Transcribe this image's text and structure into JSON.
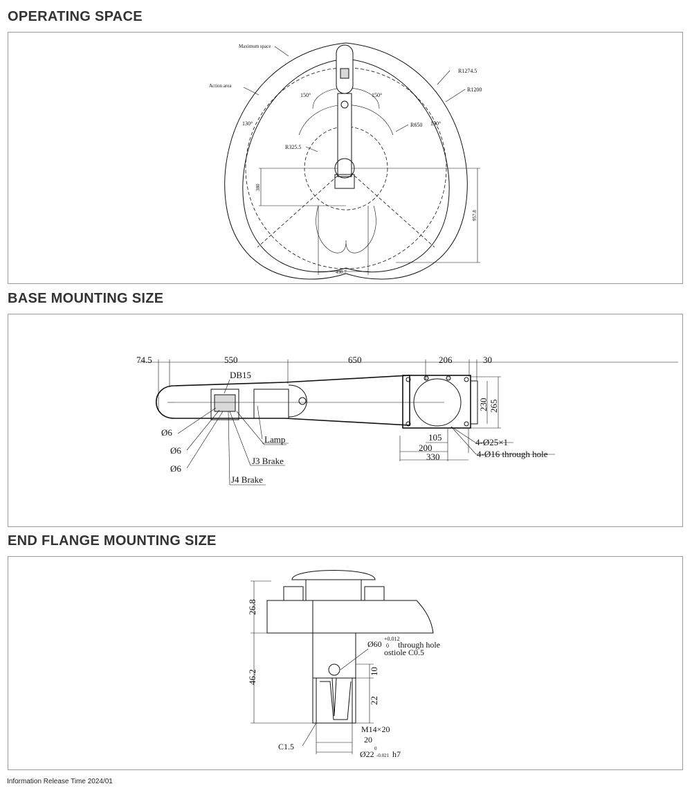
{
  "sections": {
    "operating_space": {
      "title": "OPERATING SPACE"
    },
    "base_mounting": {
      "title": "BASE MOUNTING SIZE"
    },
    "end_flange": {
      "title": "END FLANGE MOUNTING SIZE"
    }
  },
  "operating": {
    "labels": {
      "max_space": "Maximum space",
      "action_area": "Action area",
      "angle_left_top": "150°",
      "angle_right_top": "150°",
      "angle_left": "130°",
      "angle_right": "130°",
      "r_outer": "R1274.5",
      "r_1200": "R1200",
      "r_650": "R650",
      "r_325": "R325.5",
      "dim_380": "380",
      "dim_957": "957.8",
      "dim_498": "498.7"
    }
  },
  "base": {
    "labels": {
      "d745": "74.5",
      "d550": "550",
      "d650": "650",
      "d206": "206",
      "d30": "30",
      "db15": "DB15",
      "lamp": "Lamp",
      "phi6a": "Ø6",
      "phi6b": "Ø6",
      "phi6c": "Ø6",
      "j3": "J3 Brake",
      "j4": "J4  Brake",
      "d230": "230",
      "d265": "265",
      "d105": "105",
      "d200": "200",
      "d330": "330",
      "holes25": "4-Ø25×1",
      "holes16": "4-Ø16 through hole"
    }
  },
  "flange": {
    "labels": {
      "d268": "26.8",
      "d462": "46.2",
      "d10": "10",
      "d22": "22",
      "phi60": "Ø60",
      "tol60": "+0.012",
      "tol60b": "0",
      "through": "through hole",
      "ostiole": "ostiole C0.5",
      "m14": "M14×20",
      "c15": "C1.5",
      "d20": "20",
      "phi22": "Ø22",
      "tol22a": "0",
      "tol22b": "-0.021",
      "h7": "h7"
    }
  },
  "footer": {
    "text": "Information Release Time 2024/01"
  }
}
